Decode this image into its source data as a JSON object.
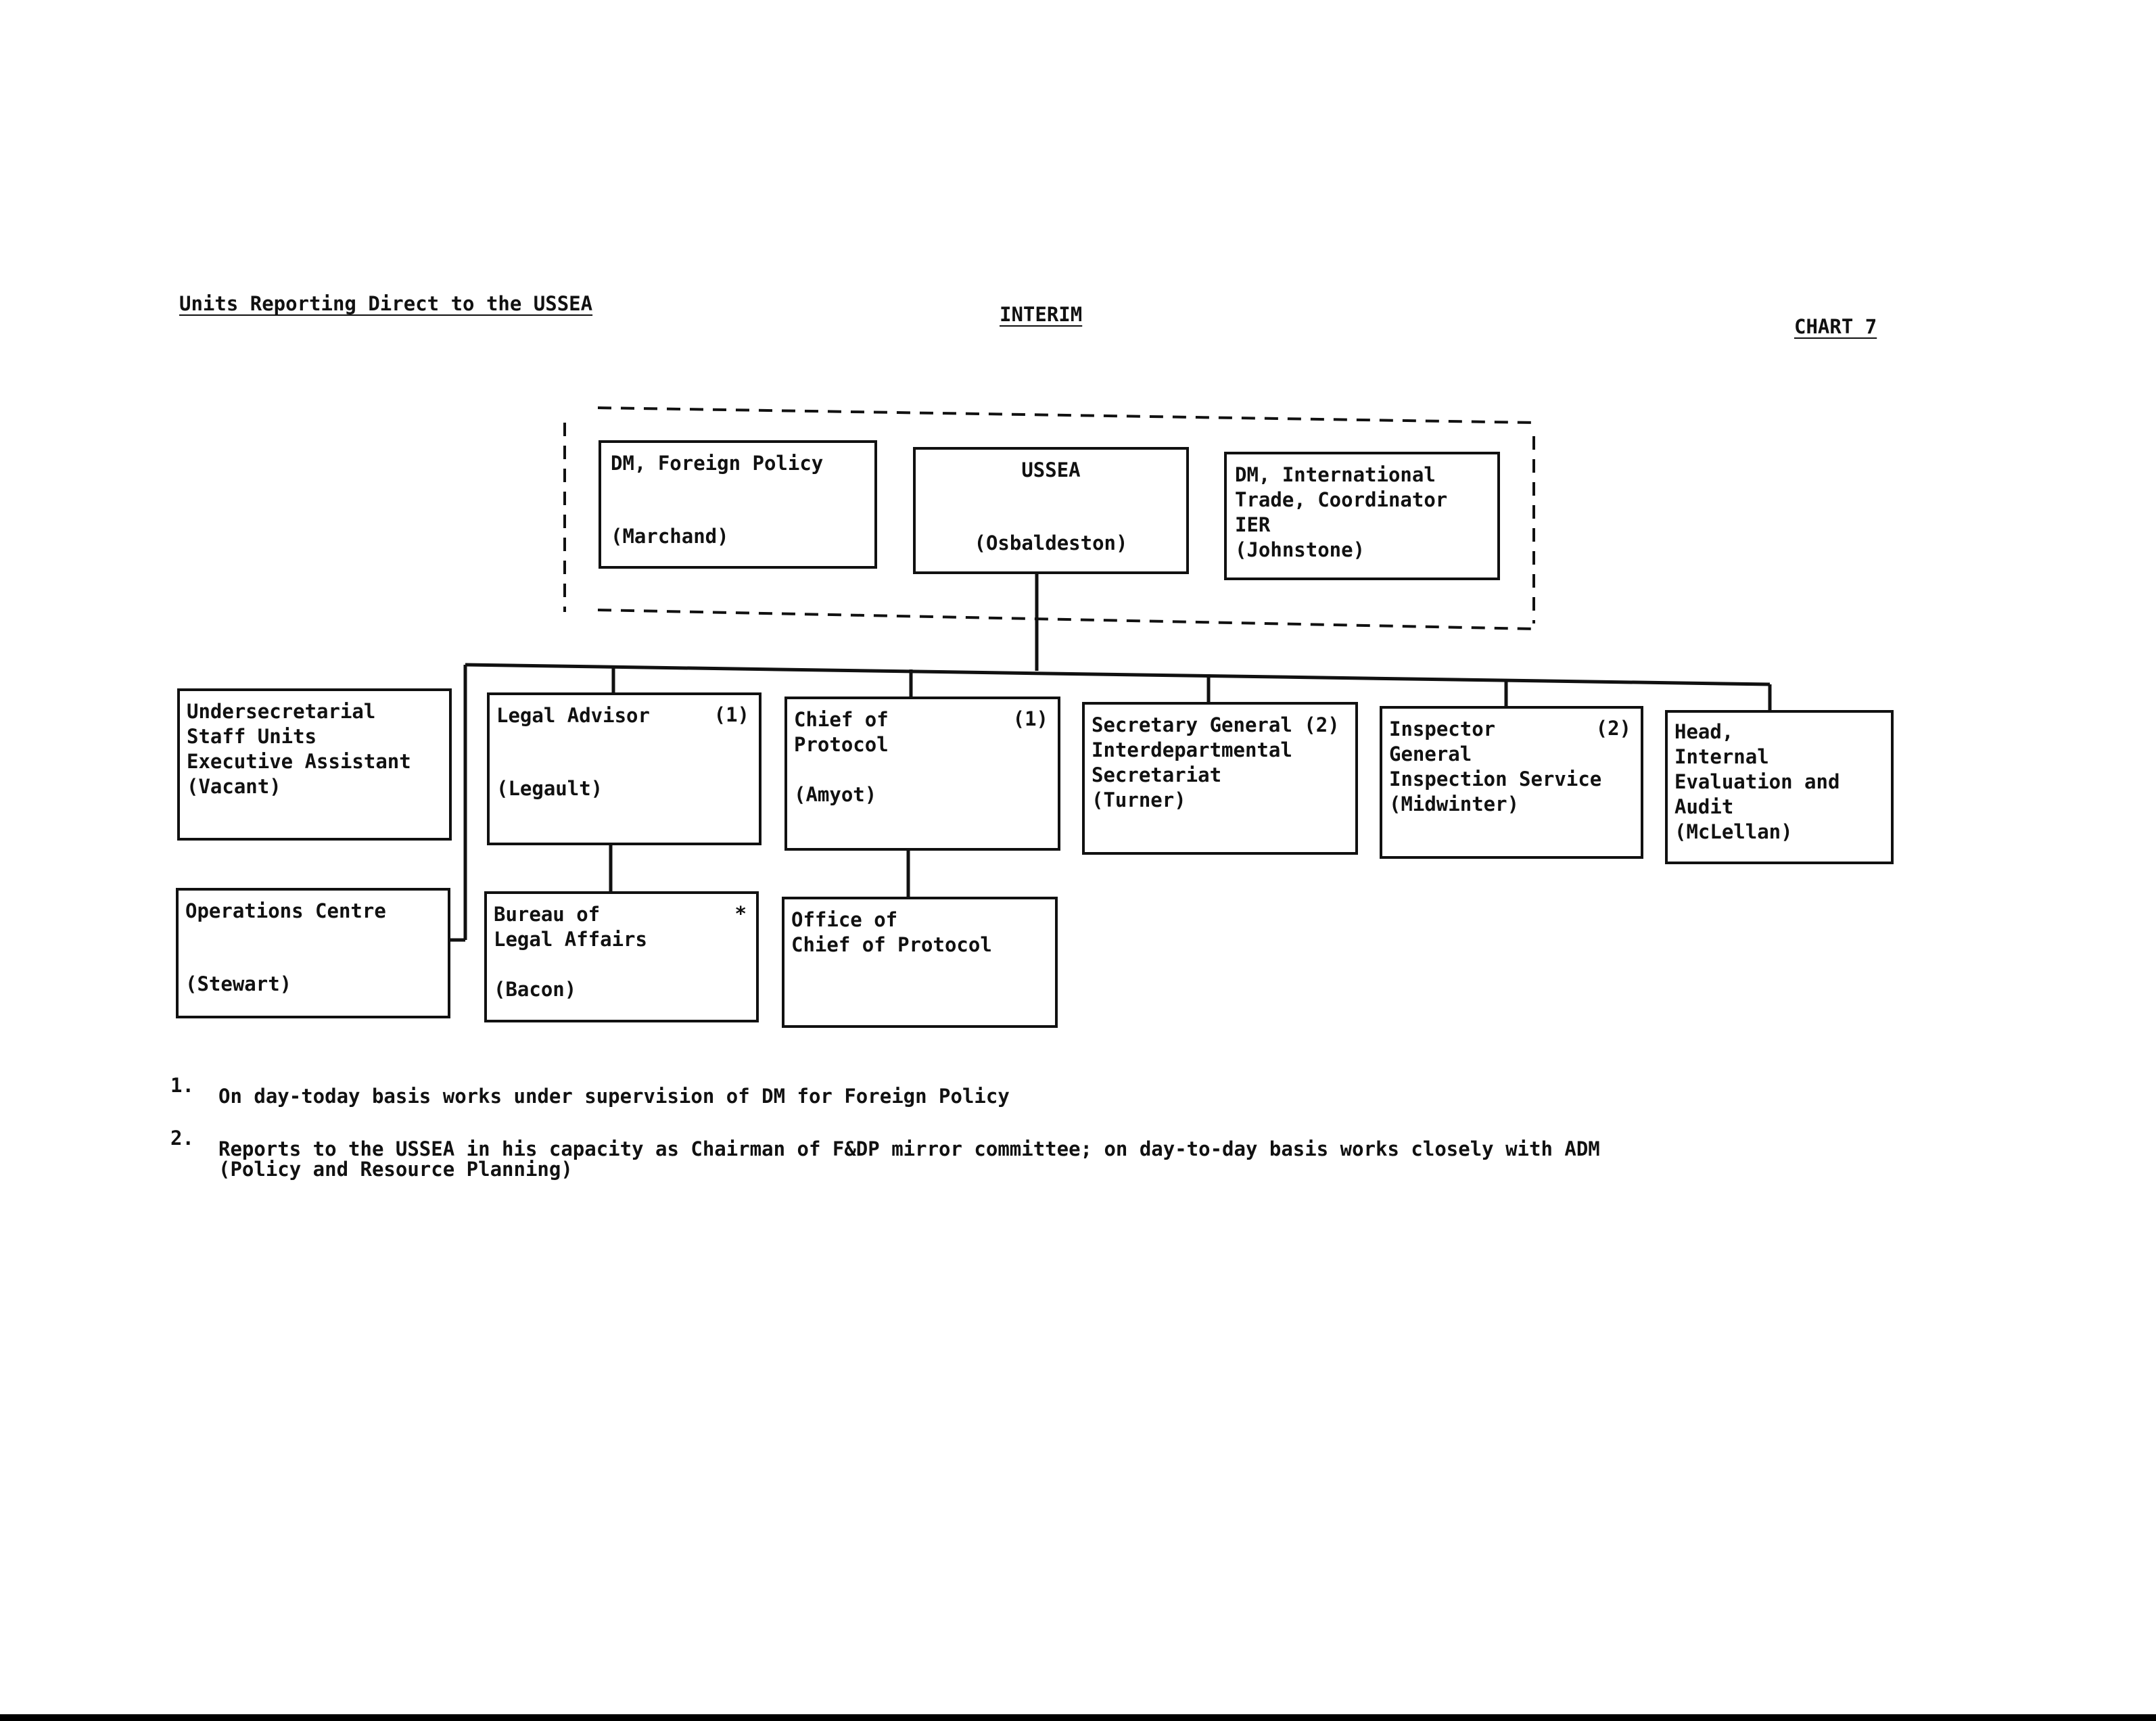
{
  "header": {
    "left_title": "Units Reporting Direct to the USSEA",
    "center_title": "INTERIM",
    "right_title": "CHART 7"
  },
  "top_group": {
    "dm_foreign_policy": {
      "lines": [
        "DM, Foreign Policy",
        "(Marchand)"
      ]
    },
    "ussea": {
      "lines": [
        "USSEA",
        "(Osbaldeston)"
      ]
    },
    "dm_international_trade": {
      "lines": [
        "DM, International",
        "Trade, Coordinator",
        "IER",
        "(Johnstone)"
      ]
    }
  },
  "units": {
    "undersecretarial": {
      "lines": [
        "Undersecretarial",
        "Staff Units",
        "Executive Assistant",
        "(Vacant)"
      ]
    },
    "operations_centre": {
      "lines": [
        "Operations Centre",
        "(Stewart)"
      ]
    },
    "legal_advisor": {
      "lines": [
        "Legal Advisor",
        "(Legault)"
      ],
      "note": "(1)"
    },
    "bureau_legal": {
      "lines": [
        "Bureau of",
        "Legal Affairs",
        "(Bacon)"
      ],
      "note": "*"
    },
    "chief_protocol": {
      "lines": [
        "Chief of",
        "Protocol",
        "(Amyot)"
      ],
      "note": "(1)"
    },
    "office_protocol": {
      "lines": [
        "Office of",
        "Chief of Protocol"
      ]
    },
    "secretary_general": {
      "lines": [
        "Secretary General (2)",
        "Interdepartmental",
        "Secretariat",
        "(Turner)"
      ]
    },
    "inspector_general": {
      "lines": [
        "Inspector",
        "General",
        "Inspection Service",
        "(Midwinter)"
      ],
      "note": "(2)"
    },
    "head_internal": {
      "lines": [
        "Head,",
        "Internal",
        "Evaluation and",
        "Audit",
        "(McLellan)"
      ]
    }
  },
  "footnotes": [
    {
      "num": "1.",
      "lines": [
        "On day-today basis works under supervision of DM for Foreign Policy"
      ]
    },
    {
      "num": "2.",
      "lines": [
        "Reports to the USSEA in his capacity as Chairman of F&DP mirror committee; on day-to-day basis works closely with ADM",
        "(Policy and Resource Planning)"
      ]
    }
  ]
}
